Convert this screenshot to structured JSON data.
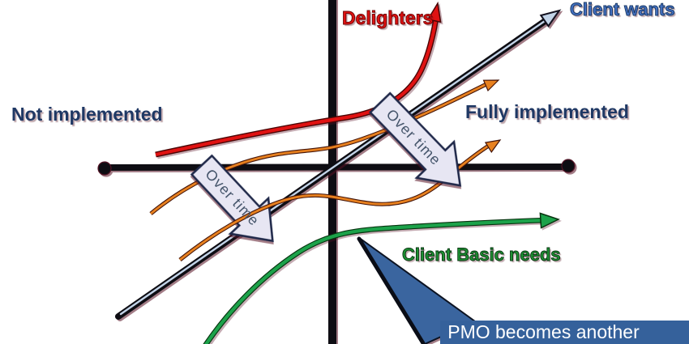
{
  "labels": {
    "delighters": "Delighters",
    "client_wants": "Client wants",
    "not_implemented": "Not implemented",
    "fully_implemented": "Fully implemented",
    "client_basic_needs": "Client Basic needs",
    "over_time": "Over time",
    "pmo_banner": "PMO becomes another"
  },
  "colors": {
    "navy": "#1f3864",
    "client_wants_blue": "#4472c4",
    "red": "#e01212",
    "red_dark": "#4a0606",
    "orange": "#e8811f",
    "orange_dark": "#451509",
    "green": "#1ca24a",
    "green_dark": "#07330f",
    "green_text": "#1e9334",
    "axis": "#0e0d13",
    "line_highlight": "#c3d4e8",
    "block_arrow_fill": "#e7e6f3",
    "block_arrow_border": "#20294a",
    "block_arrow_text": "#44546a",
    "banner_bg": "#35619b",
    "banner_text": "#ffffff",
    "triangle_fill": "#3a659f",
    "triangle_edge": "#0c1322"
  }
}
